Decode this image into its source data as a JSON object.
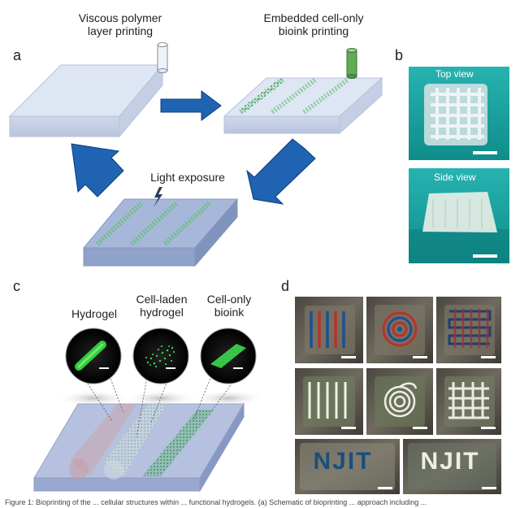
{
  "figure": {
    "panel_labels": {
      "a": "a",
      "b": "b",
      "c": "c",
      "d": "d"
    },
    "panel_a": {
      "step1": [
        "Viscous polymer",
        "layer printing"
      ],
      "step2": [
        "Embedded cell-only",
        "bioink printing"
      ],
      "step3": "Light exposure"
    },
    "panel_b": {
      "top": "Top view",
      "side": "Side view"
    },
    "panel_c": {
      "hydrogel": "Hydrogel",
      "cell_laden": [
        "Cell-laden",
        "hydrogel"
      ],
      "cell_only": [
        "Cell-only",
        "bioink"
      ]
    },
    "panel_d": {
      "text_left": "NJIT",
      "text_right": "NJIT"
    },
    "caption": "Figure 1: Bioprinting of the ... cellular structures within ... functional hydrogels. (a) Schematic of bioprinting ... approach including ..."
  },
  "colors": {
    "arrow": "#1f63b2",
    "cell": "#4caf6e",
    "block_top": "#dde4f2",
    "block_side": "#c2cce3",
    "block_cured_top": "#9aaed5",
    "block_cured_side": "#8397c5",
    "photo_bg": "#1ba7a4"
  }
}
